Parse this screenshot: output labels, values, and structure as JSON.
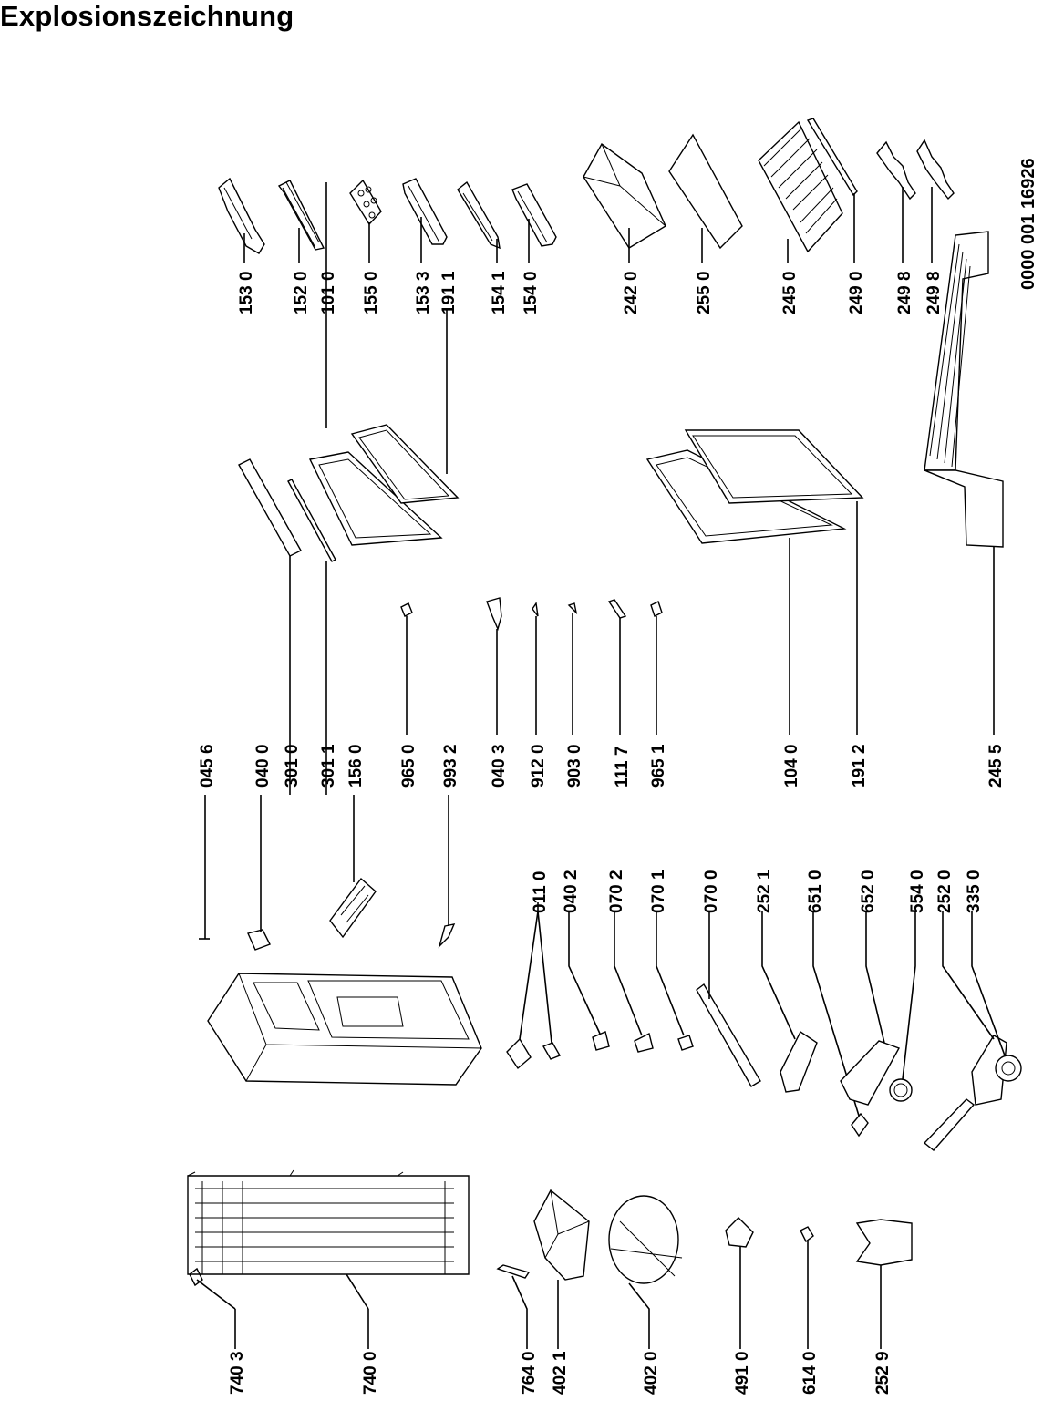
{
  "title": "Explosionszeichnung",
  "drawing_code": "0000 001 16926",
  "labels": {
    "l1530": "153 0",
    "l1520": "152 0",
    "l1010": "101 0",
    "l1550": "155 0",
    "l1533": "153 3",
    "l1911": "191 1",
    "l1541": "154 1",
    "l1540": "154 0",
    "l2420": "242 0",
    "l2550": "255 0",
    "l2450": "245 0",
    "l2490": "249 0",
    "l2498a": "249 8",
    "l2498b": "249 8",
    "l0456": "045 6",
    "l0400": "040 0",
    "l3010": "301 0",
    "l3011": "301 1",
    "l1560": "156 0",
    "l9650": "965 0",
    "l9932": "993 2",
    "l0403": "040 3",
    "l9120": "912 0",
    "l9030": "903 0",
    "l1117": "111 7",
    "l9651": "965 1",
    "l1040": "104 0",
    "l1912": "191 2",
    "l2455": "245 5",
    "l0110": "011 0",
    "l0402": "040 2",
    "l0702": "070 2",
    "l0701": "070 1",
    "l0700": "070 0",
    "l2521": "252 1",
    "l6510": "651 0",
    "l6520": "652 0",
    "l5540": "554 0",
    "l2520": "252 0",
    "l3350": "335 0",
    "l7403": "740 3",
    "l7400": "740 0",
    "l7640": "764 0",
    "l4021": "402 1",
    "l4020": "402 0",
    "l4910": "491 0",
    "l6140": "614 0",
    "l2529": "252 9"
  }
}
